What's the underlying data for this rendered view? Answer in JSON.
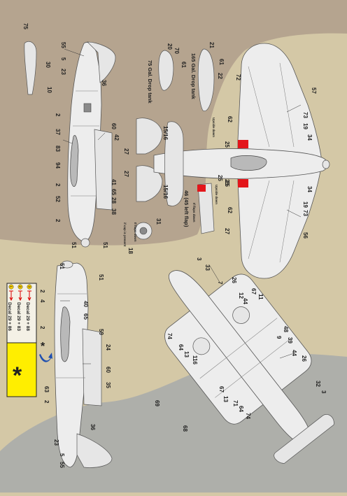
{
  "colors": {
    "camo_brown": "#b5a48f",
    "camo_sand": "#d4c8a6",
    "camo_grey": "#aeafaa",
    "paint_red": "#e3161b",
    "legend_yellow": "#ffee00",
    "marker_blue": "#1f4fb0"
  },
  "tanks": {
    "tank75": "75 Gal. Drop tank",
    "tank165": "165 Gal. Drop tank"
  },
  "notes": {
    "upside_down_1": "Upside down",
    "upside_down_2": "Upside down",
    "flaps": "46 (45 left flap)",
    "flaps_note": "If flaps down",
    "cap_note_1": "If flaps down",
    "cap_note_2": "if cap is present"
  },
  "legend": {
    "rows": [
      {
        "num": "1",
        "text": "Decal 29 + 86"
      },
      {
        "num": "2",
        "text": "Decal 29 + 83"
      },
      {
        "num": "3",
        "text": "Decal 29 + 88"
      }
    ],
    "star": "*"
  },
  "callouts": {
    "tl": [
      "75",
      "30",
      "10",
      "55",
      "5",
      "23",
      "36",
      "20",
      "70",
      "61",
      "21",
      "61",
      "22",
      "72",
      "57",
      "2",
      "37",
      "83",
      "94",
      "2",
      "52",
      "2",
      "51",
      "51",
      "60",
      "42",
      "41",
      "65",
      "28",
      "38",
      "27",
      "27",
      "15/16",
      "15/16",
      "62",
      "25",
      "25",
      "73",
      "19",
      "34",
      "62",
      "25",
      "25",
      "34",
      "19",
      "73",
      "56",
      "27",
      "31",
      "18"
    ],
    "bl": [
      "51",
      "51",
      "2",
      "4",
      "40",
      "65",
      "59",
      "2",
      "24",
      "60",
      "35",
      "63",
      "2",
      "36",
      "23",
      "5",
      "55"
    ],
    "br": [
      "3",
      "33",
      "7",
      "26",
      "12",
      "67",
      "44",
      "11",
      "48",
      "39",
      "9",
      "44",
      "26",
      "74",
      "64",
      "13",
      "116",
      "67",
      "13",
      "71",
      "64",
      "74",
      "32",
      "3",
      "69",
      "68"
    ]
  }
}
